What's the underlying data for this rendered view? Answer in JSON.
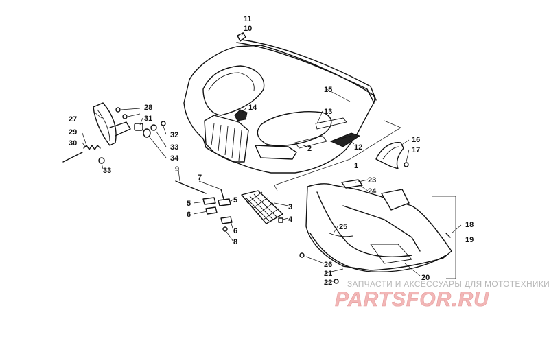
{
  "callouts": [
    {
      "id": "c1",
      "label": "1"
    },
    {
      "id": "c2",
      "label": "2"
    },
    {
      "id": "c3",
      "label": "3"
    },
    {
      "id": "c4",
      "label": "4"
    },
    {
      "id": "c5a",
      "label": "5"
    },
    {
      "id": "c5b",
      "label": "5"
    },
    {
      "id": "c6a",
      "label": "6"
    },
    {
      "id": "c6b",
      "label": "6"
    },
    {
      "id": "c7",
      "label": "7"
    },
    {
      "id": "c8",
      "label": "8"
    },
    {
      "id": "c9",
      "label": "9"
    },
    {
      "id": "c10",
      "label": "10"
    },
    {
      "id": "c11",
      "label": "11"
    },
    {
      "id": "c12",
      "label": "12"
    },
    {
      "id": "c13",
      "label": "13"
    },
    {
      "id": "c14",
      "label": "14"
    },
    {
      "id": "c15",
      "label": "15"
    },
    {
      "id": "c16",
      "label": "16"
    },
    {
      "id": "c17",
      "label": "17"
    },
    {
      "id": "c18",
      "label": "18"
    },
    {
      "id": "c19",
      "label": "19"
    },
    {
      "id": "c20",
      "label": "20"
    },
    {
      "id": "c21",
      "label": "21"
    },
    {
      "id": "c22",
      "label": "22"
    },
    {
      "id": "c23",
      "label": "23"
    },
    {
      "id": "c24",
      "label": "24"
    },
    {
      "id": "c25",
      "label": "25"
    },
    {
      "id": "c26",
      "label": "26"
    },
    {
      "id": "c27",
      "label": "27"
    },
    {
      "id": "c28",
      "label": "28"
    },
    {
      "id": "c29",
      "label": "29"
    },
    {
      "id": "c30",
      "label": "30"
    },
    {
      "id": "c31",
      "label": "31"
    },
    {
      "id": "c32",
      "label": "32"
    },
    {
      "id": "c33a",
      "label": "33"
    },
    {
      "id": "c33b",
      "label": "33"
    },
    {
      "id": "c34",
      "label": "34"
    }
  ],
  "watermark": {
    "caption": "ЗАПЧАСТИ И АКСЕССУАРЫ ДЛЯ МОТОТЕХНИКИ",
    "logo": "PARTSFOR.RU"
  }
}
